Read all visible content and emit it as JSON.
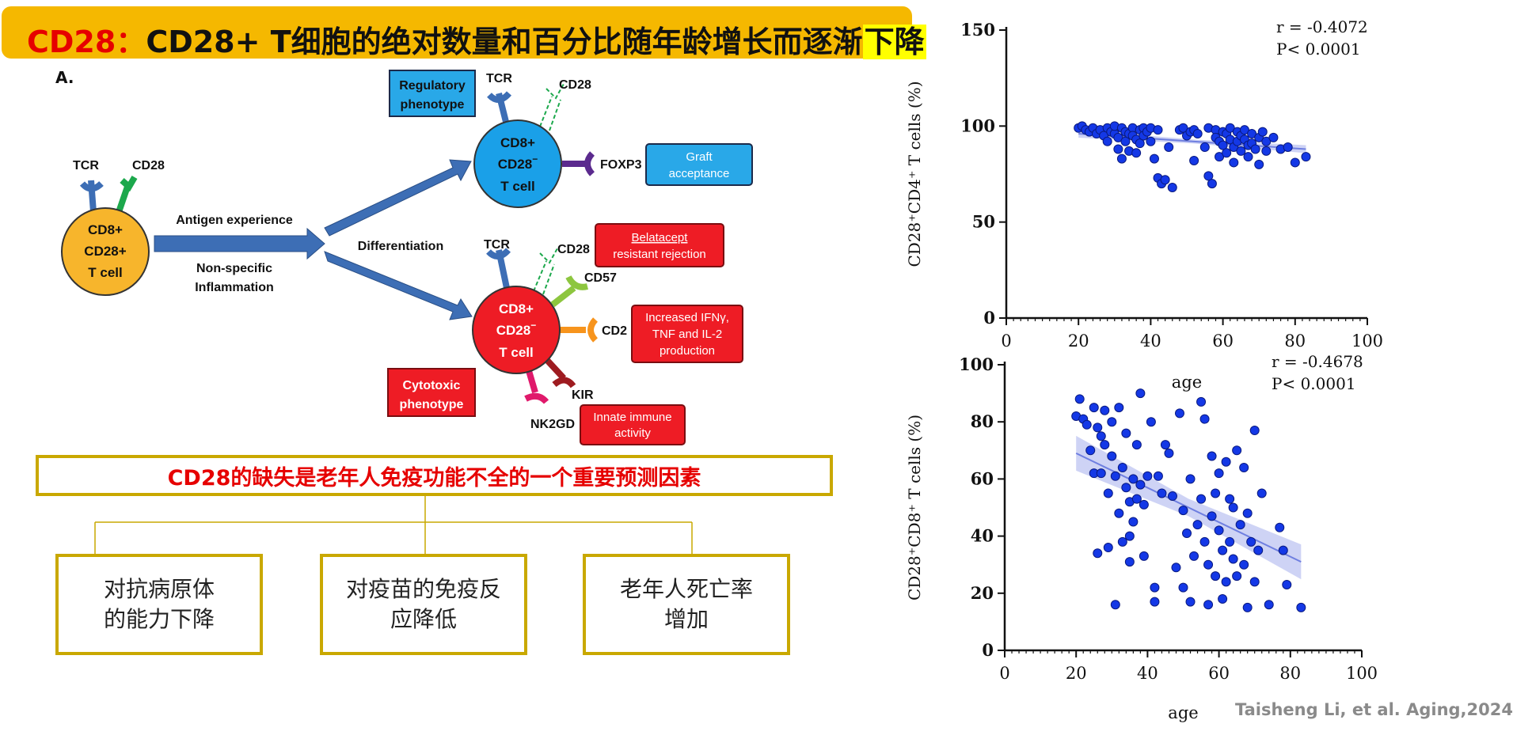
{
  "title": {
    "prefix": "CD28：",
    "main": "CD28+ T细胞的绝对数量和百分比随年龄增长而逐渐",
    "highlight": "下降"
  },
  "diagram": {
    "panel_label": "A.",
    "naive_cell": [
      "CD8+",
      "CD28+",
      "T cell"
    ],
    "naive_receptors": {
      "tcr": "TCR",
      "cd28": "CD28"
    },
    "arrow_labels": {
      "top": "Antigen experience",
      "bottom": [
        "Non-specific",
        "Inflammation"
      ],
      "differentiation": "Differentiation"
    },
    "regulatory": {
      "phenotype": [
        "Regulatory",
        "phenotype"
      ],
      "cell": [
        "CD8+",
        "CD28",
        "T cell"
      ],
      "sup": "−",
      "receptors": {
        "tcr": "TCR",
        "cd28": "CD28",
        "foxp3": "FOXP3"
      },
      "outcome": [
        "Graft",
        "acceptance"
      ]
    },
    "cytotoxic": {
      "phenotype": [
        "Cytotoxic",
        "phenotype"
      ],
      "cell": [
        "CD8+",
        "CD28",
        "T cell"
      ],
      "sup": "−",
      "receptors": {
        "tcr": "TCR",
        "cd28": "CD28",
        "cd57": "CD57",
        "cd2": "CD2",
        "kir": "KIR",
        "nk2gd": "NK2GD"
      },
      "belatacept": [
        "Belatacept",
        "resistant rejection"
      ],
      "cytokines": [
        "Increased IFNγ,",
        "TNF and IL-2",
        "production"
      ],
      "innate": [
        "Innate immune",
        "activity"
      ]
    },
    "colors": {
      "naive": "#f7b52c",
      "cell": "#1aa0e8",
      "cytotoxic_cell": "#ee1c25",
      "arrow": "#3d6eb5",
      "red_box": "#ee1c25",
      "blue_box": "#29a8e8"
    }
  },
  "predictor": "CD28的缺失是老年人免疫功能不全的一个重要预测因素",
  "outcomes": [
    "对抗病原体\n的能力下降",
    "对疫苗的免疫反\n应降低",
    "老年人死亡率\n增加"
  ],
  "chart_data": [
    {
      "type": "scatter",
      "ylabel": "CD28⁺CD4⁺ T cells (%)",
      "xlabel": "age",
      "xlim": [
        0,
        100
      ],
      "ylim": [
        0,
        150
      ],
      "xticks": [
        0,
        20,
        40,
        60,
        80,
        100
      ],
      "yticks": [
        0,
        50,
        100,
        150
      ],
      "stats": [
        "r = -0.4072",
        "P< 0.0001"
      ],
      "point_color": "#1438e6",
      "fit": {
        "x": [
          20,
          83
        ],
        "y": [
          96,
          88
        ]
      },
      "points": [
        [
          20,
          99
        ],
        [
          21,
          100
        ],
        [
          22,
          98
        ],
        [
          23,
          97
        ],
        [
          24,
          99
        ],
        [
          25,
          96
        ],
        [
          26,
          98
        ],
        [
          27,
          95
        ],
        [
          28,
          99
        ],
        [
          28,
          92
        ],
        [
          29,
          97
        ],
        [
          30,
          96
        ],
        [
          30,
          100
        ],
        [
          31,
          94
        ],
        [
          31,
          88
        ],
        [
          32,
          99
        ],
        [
          32,
          83
        ],
        [
          33,
          97
        ],
        [
          33,
          92
        ],
        [
          34,
          96
        ],
        [
          34,
          87
        ],
        [
          35,
          99
        ],
        [
          35,
          95
        ],
        [
          36,
          93
        ],
        [
          36,
          86
        ],
        [
          37,
          98
        ],
        [
          37,
          91
        ],
        [
          38,
          99
        ],
        [
          38,
          95
        ],
        [
          39,
          97
        ],
        [
          40,
          99
        ],
        [
          40,
          92
        ],
        [
          41,
          83
        ],
        [
          42,
          73
        ],
        [
          42,
          98
        ],
        [
          43,
          70
        ],
        [
          44,
          72
        ],
        [
          45,
          89
        ],
        [
          46,
          68
        ],
        [
          48,
          98
        ],
        [
          49,
          99
        ],
        [
          50,
          95
        ],
        [
          51,
          97
        ],
        [
          52,
          98
        ],
        [
          52,
          82
        ],
        [
          53,
          96
        ],
        [
          55,
          89
        ],
        [
          56,
          99
        ],
        [
          56,
          74
        ],
        [
          57,
          70
        ],
        [
          58,
          98
        ],
        [
          58,
          94
        ],
        [
          59,
          92
        ],
        [
          59,
          84
        ],
        [
          60,
          97
        ],
        [
          60,
          90
        ],
        [
          61,
          96
        ],
        [
          61,
          86
        ],
        [
          62,
          93
        ],
        [
          62,
          99
        ],
        [
          63,
          89
        ],
        [
          63,
          81
        ],
        [
          64,
          97
        ],
        [
          64,
          92
        ],
        [
          65,
          95
        ],
        [
          65,
          87
        ],
        [
          66,
          93
        ],
        [
          66,
          98
        ],
        [
          67,
          84
        ],
        [
          67,
          90
        ],
        [
          68,
          96
        ],
        [
          68,
          91
        ],
        [
          69,
          88
        ],
        [
          70,
          94
        ],
        [
          70,
          80
        ],
        [
          71,
          97
        ],
        [
          72,
          92
        ],
        [
          72,
          87
        ],
        [
          74,
          94
        ],
        [
          76,
          88
        ],
        [
          78,
          89
        ],
        [
          80,
          81
        ],
        [
          83,
          84
        ]
      ]
    },
    {
      "type": "scatter",
      "ylabel": "CD28⁺CD8⁺ T cells (%)",
      "xlabel": "age",
      "xlim": [
        0,
        100
      ],
      "ylim": [
        0,
        100
      ],
      "xticks": [
        0,
        20,
        40,
        60,
        80,
        100
      ],
      "yticks": [
        0,
        20,
        40,
        60,
        80,
        100
      ],
      "stats": [
        "r = -0.4678",
        "P< 0.0001"
      ],
      "point_color": "#1438e6",
      "fit": {
        "x": [
          20,
          83
        ],
        "y": [
          69,
          31
        ]
      },
      "points": [
        [
          20,
          82
        ],
        [
          21,
          88
        ],
        [
          22,
          81
        ],
        [
          23,
          79
        ],
        [
          24,
          70
        ],
        [
          25,
          62
        ],
        [
          25,
          85
        ],
        [
          26,
          78
        ],
        [
          26,
          34
        ],
        [
          27,
          75
        ],
        [
          27,
          62
        ],
        [
          28,
          72
        ],
        [
          28,
          84
        ],
        [
          29,
          55
        ],
        [
          29,
          36
        ],
        [
          30,
          80
        ],
        [
          30,
          68
        ],
        [
          31,
          61
        ],
        [
          31,
          16
        ],
        [
          32,
          48
        ],
        [
          32,
          85
        ],
        [
          33,
          64
        ],
        [
          33,
          38
        ],
        [
          34,
          57
        ],
        [
          34,
          76
        ],
        [
          35,
          52
        ],
        [
          35,
          40
        ],
        [
          35,
          31
        ],
        [
          36,
          60
        ],
        [
          36,
          45
        ],
        [
          37,
          72
        ],
        [
          37,
          53
        ],
        [
          38,
          58
        ],
        [
          38,
          90
        ],
        [
          39,
          51
        ],
        [
          39,
          33
        ],
        [
          40,
          61
        ],
        [
          41,
          80
        ],
        [
          42,
          17
        ],
        [
          42,
          22
        ],
        [
          43,
          61
        ],
        [
          44,
          55
        ],
        [
          45,
          72
        ],
        [
          46,
          69
        ],
        [
          47,
          54
        ],
        [
          48,
          29
        ],
        [
          49,
          83
        ],
        [
          50,
          49
        ],
        [
          50,
          22
        ],
        [
          51,
          41
        ],
        [
          52,
          60
        ],
        [
          52,
          17
        ],
        [
          53,
          33
        ],
        [
          54,
          44
        ],
        [
          55,
          53
        ],
        [
          55,
          87
        ],
        [
          56,
          81
        ],
        [
          56,
          38
        ],
        [
          57,
          30
        ],
        [
          57,
          16
        ],
        [
          58,
          47
        ],
        [
          58,
          68
        ],
        [
          59,
          55
        ],
        [
          59,
          26
        ],
        [
          60,
          42
        ],
        [
          60,
          62
        ],
        [
          61,
          35
        ],
        [
          61,
          18
        ],
        [
          62,
          66
        ],
        [
          62,
          24
        ],
        [
          63,
          38
        ],
        [
          63,
          53
        ],
        [
          64,
          50
        ],
        [
          64,
          32
        ],
        [
          65,
          70
        ],
        [
          65,
          26
        ],
        [
          66,
          44
        ],
        [
          67,
          64
        ],
        [
          67,
          30
        ],
        [
          68,
          48
        ],
        [
          68,
          15
        ],
        [
          69,
          38
        ],
        [
          70,
          24
        ],
        [
          70,
          77
        ],
        [
          71,
          35
        ],
        [
          72,
          55
        ],
        [
          74,
          16
        ],
        [
          77,
          43
        ],
        [
          78,
          35
        ],
        [
          79,
          23
        ],
        [
          83,
          15
        ]
      ]
    }
  ],
  "citation": "Taisheng Li, et al. Aging,2024"
}
